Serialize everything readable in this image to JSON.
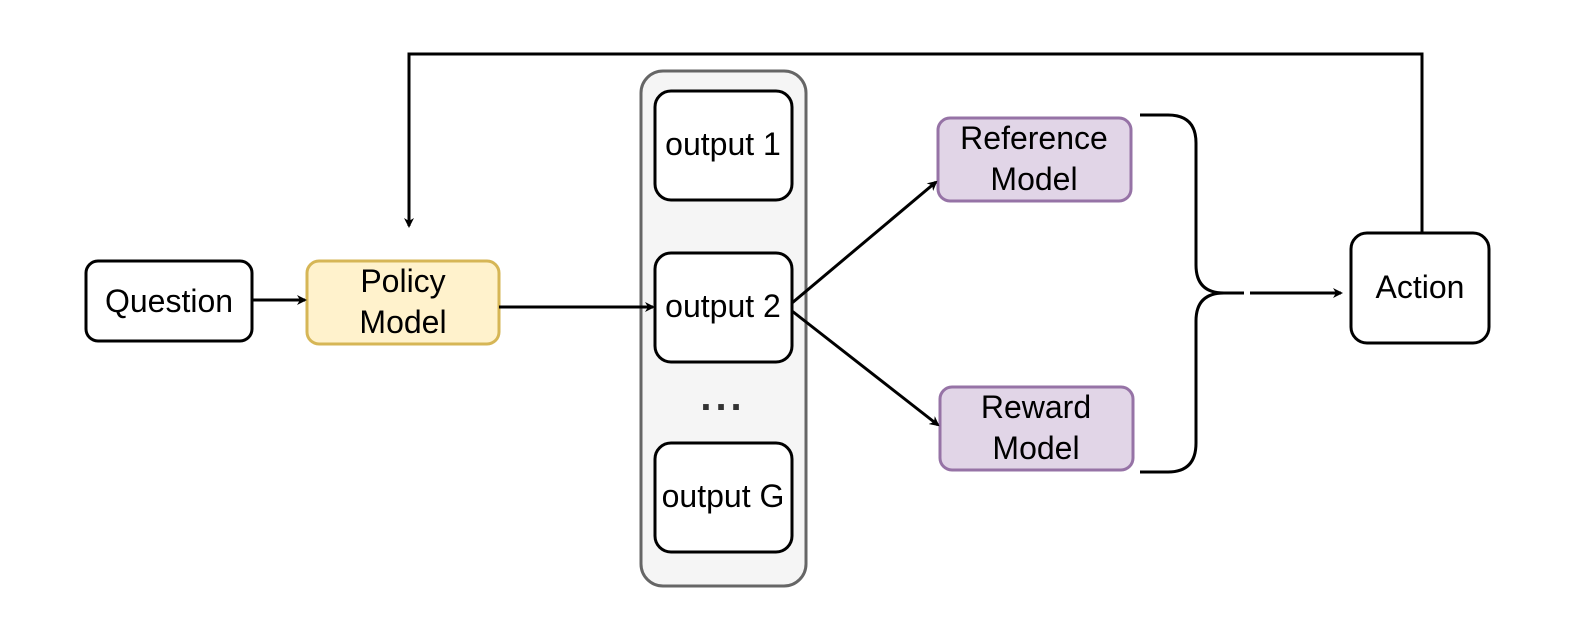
{
  "colors": {
    "background": "#ffffff",
    "stroke": "#000000",
    "policy_fill": "#fff2cc",
    "policy_stroke": "#d6b656",
    "model_fill": "#e1d5e7",
    "model_stroke": "#9673a6",
    "group_fill": "#f5f5f5",
    "group_stroke": "#666666",
    "plain_fill": "#ffffff"
  },
  "nodes": {
    "question": {
      "label": "Question"
    },
    "policy_model": {
      "label_line1": "Policy",
      "label_line2": "Model"
    },
    "output_1": {
      "label": "output 1"
    },
    "output_2": {
      "label": "output 2"
    },
    "ellipsis": {
      "label": "..."
    },
    "output_g": {
      "label": "output G"
    },
    "reference_model": {
      "label_line1": "Reference",
      "label_line2": "Model"
    },
    "reward_model": {
      "label_line1": "Reward",
      "label_line2": "Model"
    },
    "action": {
      "label": "Action"
    }
  },
  "edges": [
    {
      "from": "question",
      "to": "policy_model"
    },
    {
      "from": "policy_model",
      "to": "output_2"
    },
    {
      "from": "output_2",
      "to": "reference_model"
    },
    {
      "from": "output_2",
      "to": "reward_model"
    },
    {
      "from": "reference_model+reward_model",
      "to": "action"
    },
    {
      "from": "action",
      "to": "policy_model"
    }
  ]
}
